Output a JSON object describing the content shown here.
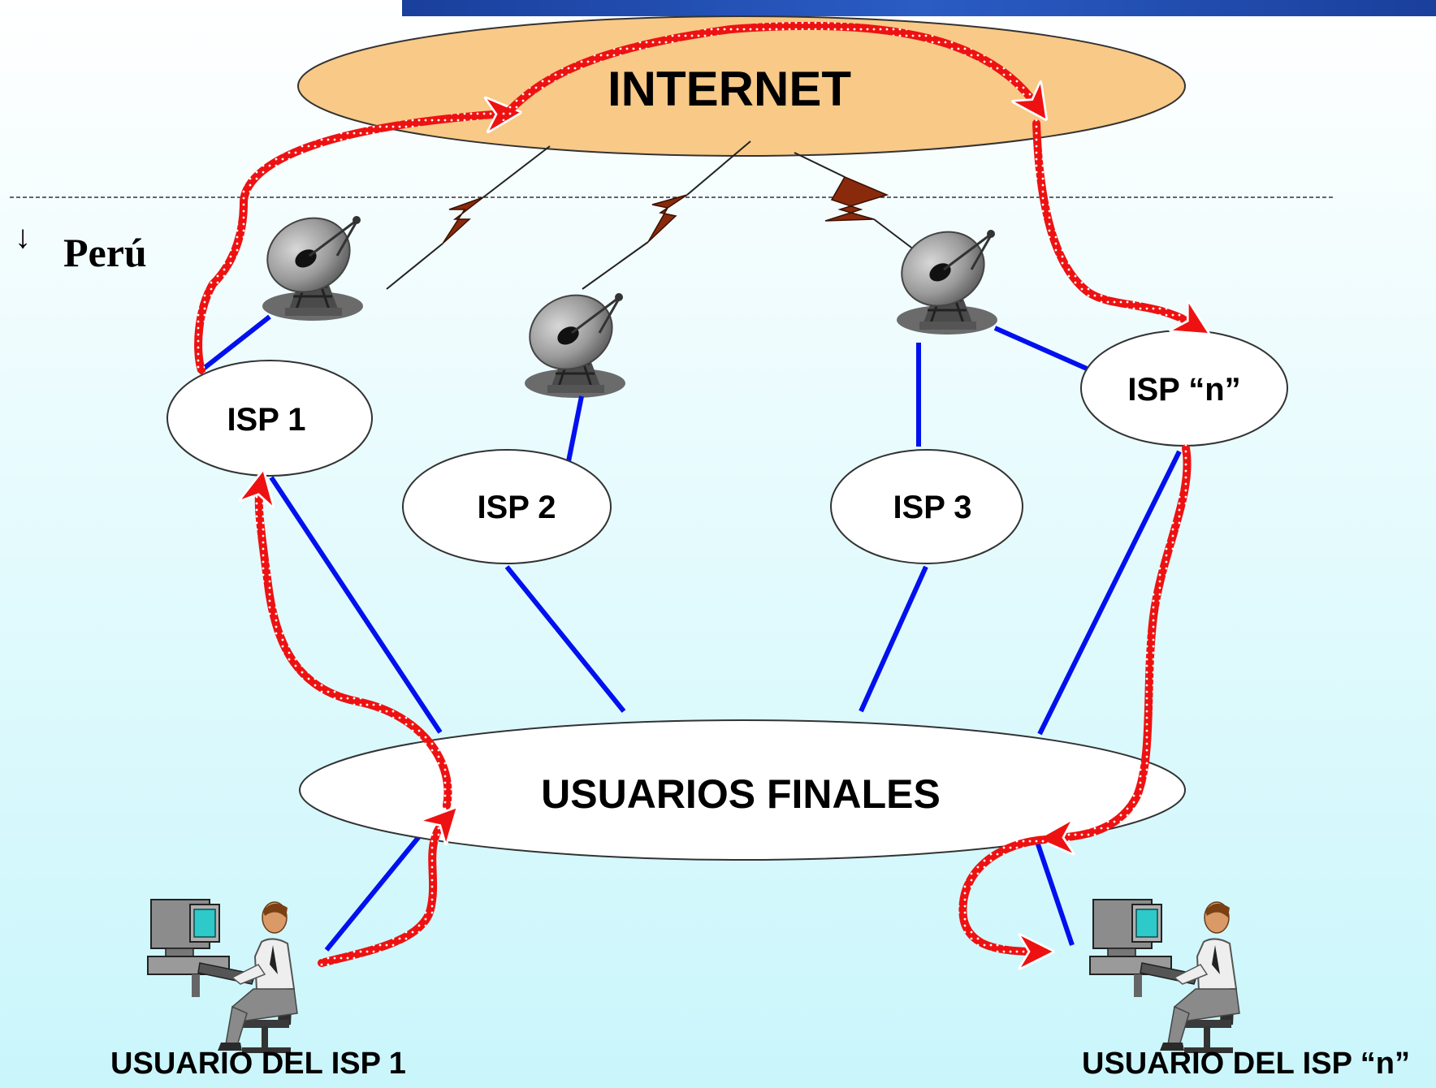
{
  "internet": {
    "label": "INTERNET",
    "fill": "#f8c987"
  },
  "region": {
    "label": "Perú",
    "arrow": "↓"
  },
  "isps": [
    {
      "id": "isp1",
      "label": "ISP  1"
    },
    {
      "id": "isp2",
      "label": "ISP  2"
    },
    {
      "id": "isp3",
      "label": "ISP  3"
    },
    {
      "id": "ispn",
      "label": "ISP  “n”"
    }
  ],
  "end_users": {
    "label": "USUARIOS FINALES"
  },
  "users": [
    {
      "id": "user1",
      "label": "USUARIO DEL ISP 1"
    },
    {
      "id": "usern",
      "label": "USUARIO DEL ISP “n”"
    }
  ],
  "colors": {
    "background_top": "#ffffff",
    "background_bottom": "#c9f6fb",
    "link_blue": "#0010ee",
    "path_red": "#ee1111",
    "bolt_brown": "#8a2a0c",
    "header_band": "#1f4fb0"
  },
  "icons": [
    "satellite-dish-icon",
    "computer-user-icon",
    "lightning-bolt-icon"
  ]
}
